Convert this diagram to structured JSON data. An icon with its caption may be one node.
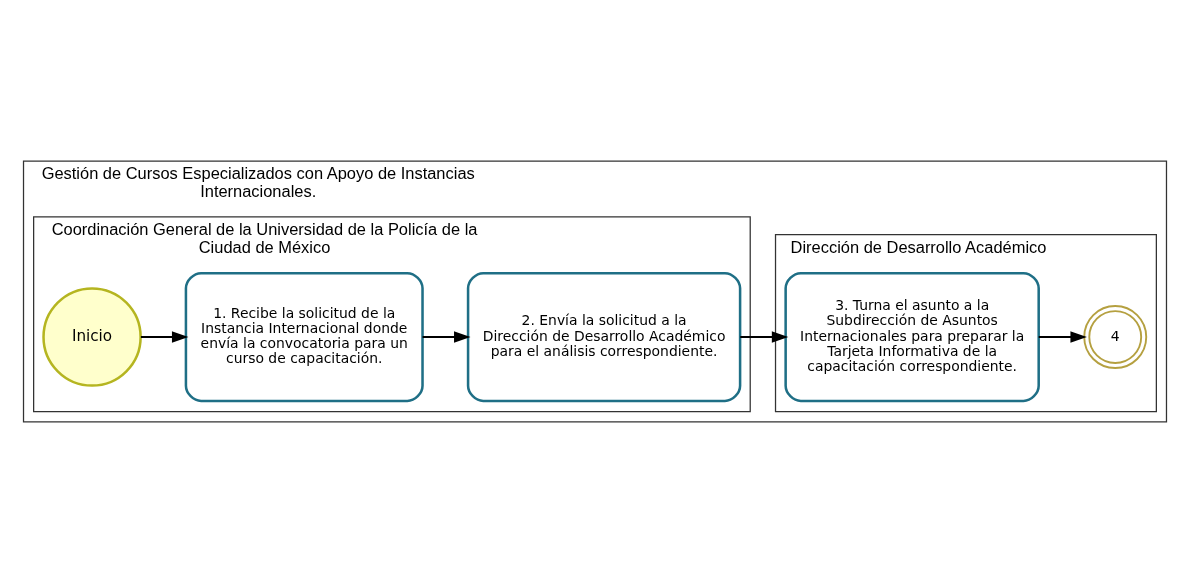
{
  "diagram": {
    "nodes": [
      {
        "text": [
          "Gestión de Cursos Especializados con Apoyo de Instancias Internacionales."
        ]
      },
      {
        "text": [
          "Coordinación General de la Universidad de la Policía de la Ciudad de México"
        ],
        "in": 0
      },
      {
        "text": [
          "Inicio"
        ],
        "in": 1
      },
      {
        "text": [
          "1. Recibe la solicitud de la Instancia Internacional donde envía la convocatoria para un curso de capacitación."
        ],
        "in": 1
      },
      {
        "text": [
          "2. Envía la solicitud a la Dirección de Desarrollo Académico para el análisis correspondiente."
        ],
        "in": 1
      },
      {
        "text": [
          "Dirección de Desarrollo Académico"
        ],
        "in": 0
      },
      {
        "text": [
          "3. Turna el asunto a la Subdirección de Asuntos Internacionales para preparar la Tarjeta Informativa de la capacitación correspondiente."
        ],
        "in": 5
      },
      {
        "text": [
          "4"
        ],
        "in": 5
      }
    ],
    "edges": [
      {
        "from": 2,
        "to": 3,
        "arrow": "to"
      },
      {
        "from": 3,
        "to": 4,
        "arrow": "to"
      },
      {
        "from": 4,
        "to": 6,
        "arrow": "to"
      },
      {
        "from": 6,
        "to": 7,
        "arrow": "to"
      }
    ]
  }
}
